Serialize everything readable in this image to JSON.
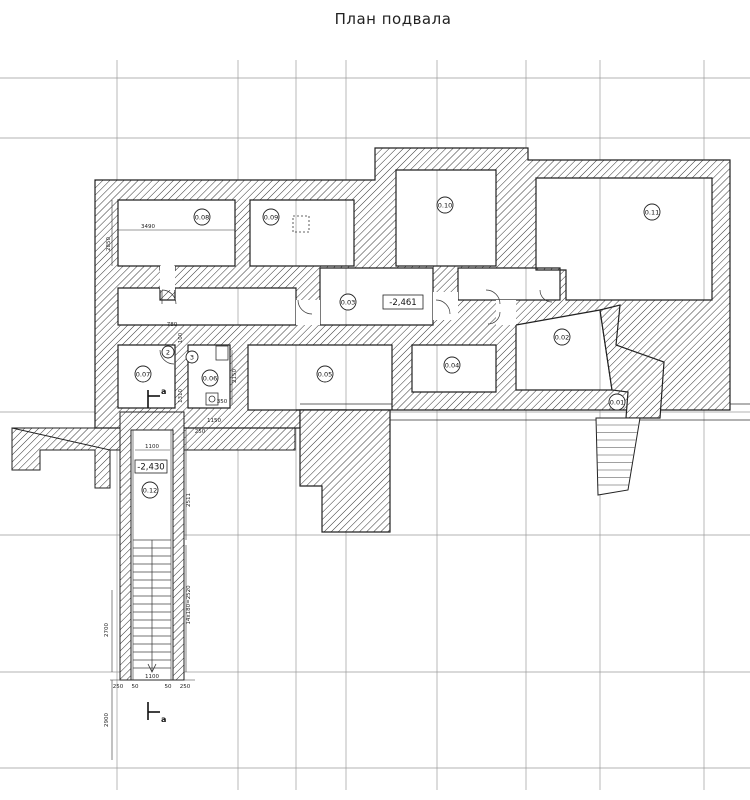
{
  "title": "План подвала",
  "rooms": [
    {
      "id": "0.01",
      "label": "0.01"
    },
    {
      "id": "0.02",
      "label": "0.02"
    },
    {
      "id": "0.03",
      "label": "0.03"
    },
    {
      "id": "0.04",
      "label": "0.04"
    },
    {
      "id": "0.05",
      "label": "0.05"
    },
    {
      "id": "0.06",
      "label": "0.06"
    },
    {
      "id": "0.07",
      "label": "0.07"
    },
    {
      "id": "0.08",
      "label": "0.08"
    },
    {
      "id": "0.09",
      "label": "0.09"
    },
    {
      "id": "0.10",
      "label": "0.10"
    },
    {
      "id": "0.11",
      "label": "0.11"
    },
    {
      "id": "0.12",
      "label": "0.12"
    }
  ],
  "markers": {
    "m2": "2",
    "m3": "3"
  },
  "levels": {
    "main": "-2,461",
    "entrance": "-2,430"
  },
  "section_mark": {
    "label": "a"
  },
  "dimensions": {
    "d2850": "2850",
    "d3490": "3490",
    "d780": "780",
    "d100a": "100",
    "d2150": "2150",
    "d1310": "1310",
    "d1100a": "1100",
    "d1150": "1150",
    "d350": "350",
    "d250a": "250",
    "d2511": "2511",
    "dstair": "14x180=2520",
    "d2700": "2700",
    "d1100b": "1100",
    "d250b": "250",
    "d50a": "50",
    "d50b": "50",
    "d250c": "250",
    "d2900": "2900"
  }
}
